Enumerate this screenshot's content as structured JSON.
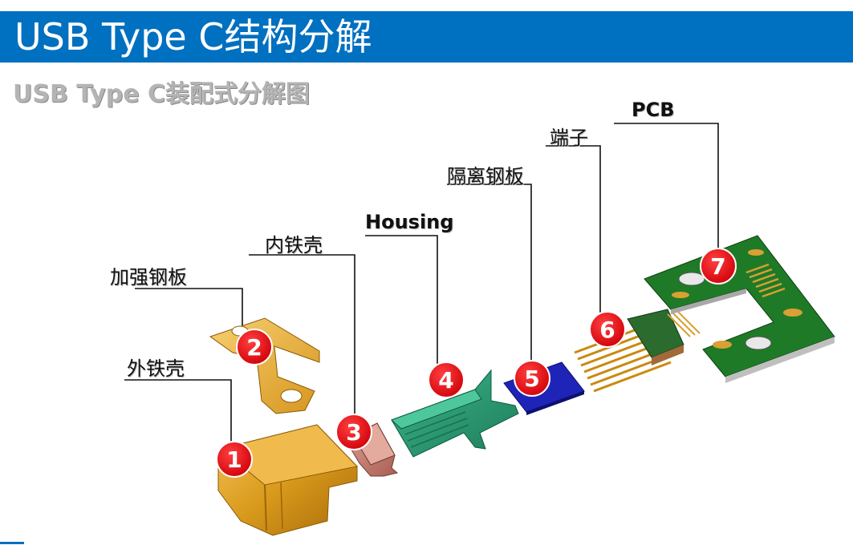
{
  "header": {
    "title": "USB Type C结构分解",
    "subtitle": "USB Type C装配式分解图"
  },
  "parts": [
    {
      "id": "outer-shell",
      "number": "1",
      "label": "外铁壳"
    },
    {
      "id": "stiffener-plate",
      "number": "2",
      "label": "加强钢板"
    },
    {
      "id": "inner-shell",
      "number": "3",
      "label": "内铁壳"
    },
    {
      "id": "housing",
      "number": "4",
      "label": "Housing"
    },
    {
      "id": "isolation-plate",
      "number": "5",
      "label": "隔离钢板"
    },
    {
      "id": "terminals",
      "number": "6",
      "label": "端子"
    },
    {
      "id": "pcb",
      "number": "7",
      "label": "PCB"
    }
  ],
  "colors": {
    "title_bar": "#0070c0",
    "badge": "#e8000c",
    "gold": "#d99a1c",
    "housing_green": "#2e9f78",
    "pcb_green": "#1f7a27",
    "isolation_blue": "#1f24b8",
    "inner_shell_pink": "#c77a6c"
  }
}
